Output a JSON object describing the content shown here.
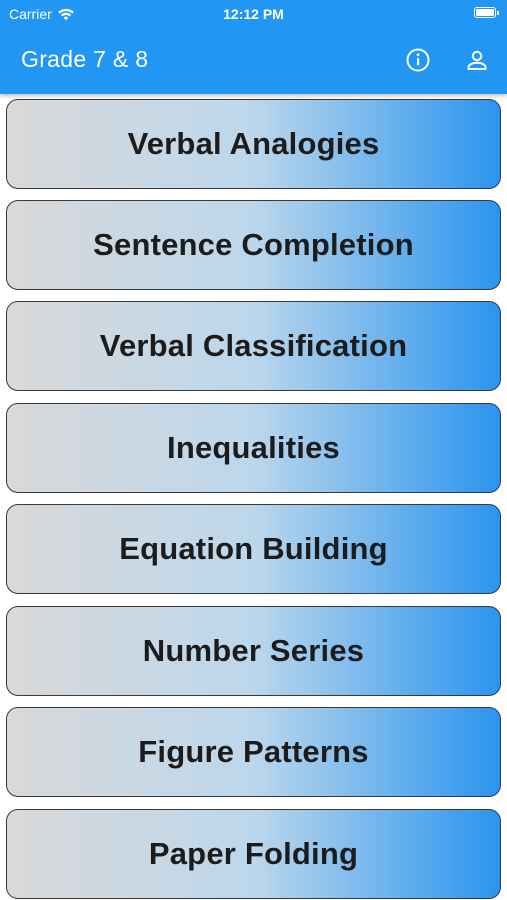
{
  "status_bar": {
    "carrier": "Carrier",
    "time": "12:12 PM"
  },
  "app_bar": {
    "title": "Grade 7 & 8"
  },
  "menu": {
    "items": [
      {
        "label": "Verbal Analogies"
      },
      {
        "label": "Sentence Completion"
      },
      {
        "label": "Verbal Classification"
      },
      {
        "label": "Inequalities"
      },
      {
        "label": "Equation Building"
      },
      {
        "label": "Number Series"
      },
      {
        "label": "Figure Patterns"
      },
      {
        "label": "Paper Folding"
      }
    ]
  },
  "icons": {
    "info": "info-circle-icon",
    "profile": "person-icon",
    "wifi": "wifi-icon",
    "battery": "battery-icon"
  },
  "colors": {
    "primary": "#2196F3",
    "text": "#1c1c1c",
    "card_start": "#d9d9d9",
    "card_end": "#2a94ee"
  }
}
